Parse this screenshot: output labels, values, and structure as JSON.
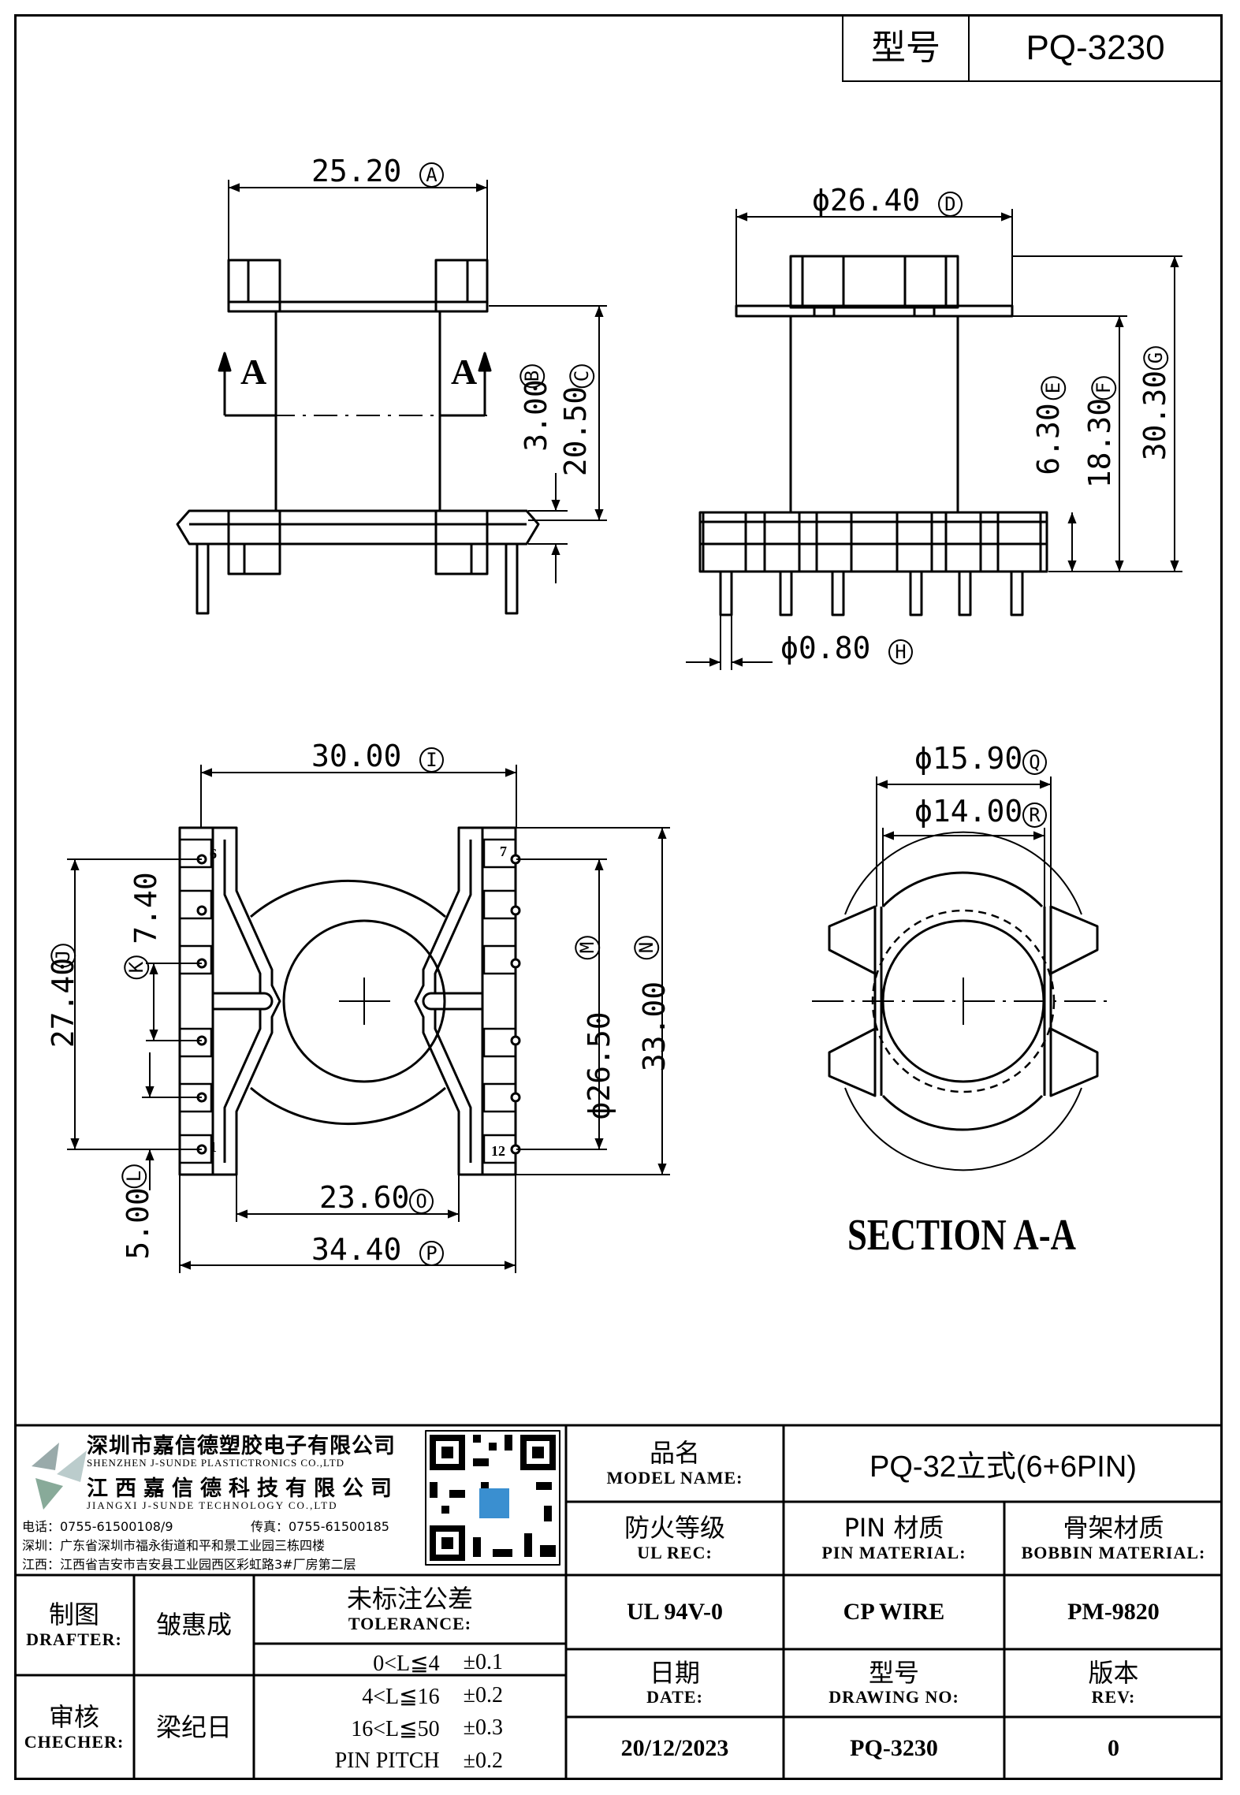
{
  "title_block_top": {
    "type_label": "型号",
    "type_value": "PQ-3230"
  },
  "dimensions": {
    "A": {
      "value": "25.20",
      "mark": "A"
    },
    "B": {
      "value": "3.00",
      "mark": "B"
    },
    "C": {
      "value": "20.50",
      "mark": "C"
    },
    "D": {
      "value": "ϕ26.40",
      "mark": "D"
    },
    "E": {
      "value": "6.30",
      "mark": "E"
    },
    "F": {
      "value": "18.30",
      "mark": "F"
    },
    "G": {
      "value": "30.30",
      "mark": "G"
    },
    "H": {
      "value": "ϕ0.80",
      "mark": "H"
    },
    "I": {
      "value": "30.00",
      "mark": "I"
    },
    "J": {
      "value": "27.40",
      "mark": "J"
    },
    "K": {
      "value": "7.40",
      "mark": "K"
    },
    "L": {
      "value": "5.00",
      "mark": "L"
    },
    "M": {
      "value": "ϕ26.50",
      "mark": "M"
    },
    "N": {
      "value": "33.00",
      "mark": "N"
    },
    "O": {
      "value": "23.60",
      "mark": "O"
    },
    "P": {
      "value": "34.40",
      "mark": "P"
    },
    "Q": {
      "value": "ϕ15.90",
      "mark": "Q"
    },
    "R": {
      "value": "ϕ14.00",
      "mark": "R"
    }
  },
  "section_marks": {
    "left": "A",
    "right": "A"
  },
  "pin_numbers": {
    "p6": "6",
    "p7": "7",
    "p1": "1",
    "p12": "12"
  },
  "section_title": "SECTION A-A",
  "company": {
    "name_cn_1": "深圳市嘉信德塑胶电子有限公司",
    "name_en_1": "SHENZHEN J-SUNDE PLASTICTRONICS CO.,LTD",
    "name_cn_2": "江西嘉信德科技有限公司",
    "name_en_2": "JIANGXI J-SUNDE TECHNOLOGY CO.,LTD",
    "tel": "电话：0755-61500108/9",
    "fax": "传真：0755-61500185",
    "addr_sz": "深圳：广东省深圳市福永街道和平和景工业园三栋四楼",
    "addr_jx": "江西：江西省吉安市吉安县工业园西区彩虹路3#厂房第二层"
  },
  "title_block": {
    "model_name_cn": "品名",
    "model_name_en": "MODEL NAME:",
    "model_name_value": "PQ-32立式(6+6PIN)",
    "ul_cn": "防火等级",
    "ul_en": "UL REC:",
    "pin_cn": "PIN 材质",
    "pin_en": "PIN MATERIAL:",
    "bobbin_cn": "骨架材质",
    "bobbin_en": "BOBBIN MATERIAL:",
    "ul_value": "UL 94V-0",
    "pin_value": "CP WIRE",
    "bobbin_value": "PM-9820",
    "date_cn": "日期",
    "date_en": "DATE:",
    "drawing_cn": "型号",
    "drawing_en": "DRAWING NO:",
    "rev_cn": "版本",
    "rev_en": "REV:",
    "date_value": "20/12/2023",
    "drawing_value": "PQ-3230",
    "rev_value": "0",
    "drafter_cn": "制图",
    "drafter_en": "DRAFTER:",
    "drafter_name": "皱惠成",
    "checker_cn": "审核",
    "checker_en": "CHECHER:",
    "checker_name": "梁纪日",
    "tolerance_cn": "未标注公差",
    "tolerance_en": "TOLERANCE:",
    "tolerances": [
      {
        "range": "0<L≦4",
        "value": "±0.1"
      },
      {
        "range": "4<L≦16",
        "value": "±0.2"
      },
      {
        "range": "16<L≦50",
        "value": "±0.3"
      },
      {
        "range": "PIN PITCH",
        "value": "±0.2"
      }
    ]
  }
}
